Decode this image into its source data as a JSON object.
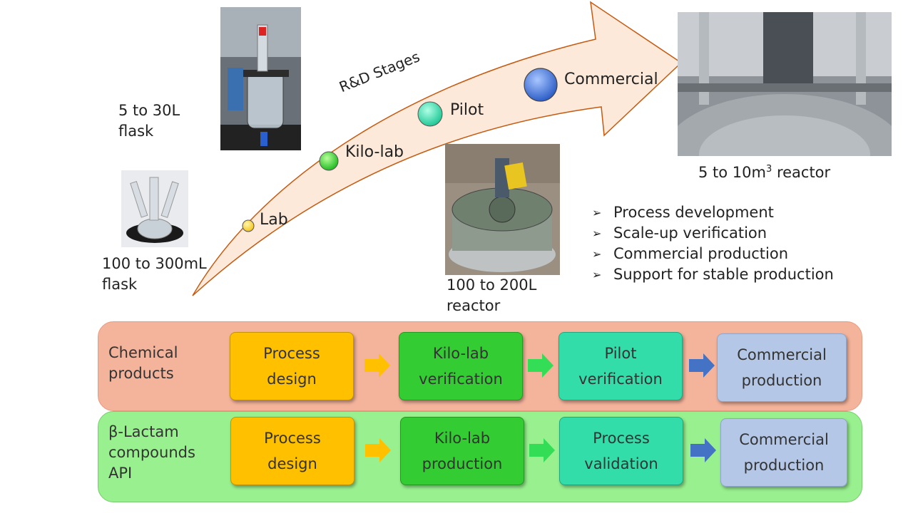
{
  "arrow": {
    "title": "R&D Stages",
    "fill_color": "#fde9d9",
    "outline_color": "#c55a11"
  },
  "stages": [
    {
      "label": "Lab",
      "color": "#f5c518"
    },
    {
      "label": "Kilo-lab",
      "color": "#33cc33"
    },
    {
      "label": "Pilot",
      "color": "#33d6a6"
    },
    {
      "label": "Commercial",
      "color": "#3a6fd8"
    }
  ],
  "equipment": {
    "flask_small": {
      "line1": "100 to 300mL",
      "line2": "flask"
    },
    "flask_large": {
      "line1": "5 to 30L",
      "line2": "flask"
    },
    "reactor_pilot": {
      "line1": "100 to 200L",
      "line2": "reactor"
    },
    "reactor_commercial": {
      "prefix": "5 to 10m",
      "sup": "3",
      "suffix": " reactor"
    }
  },
  "bullets": {
    "glyph": "➢",
    "items": [
      "Process development",
      "Scale-up verification",
      "Commercial production",
      "Support for stable production"
    ]
  },
  "workflows": [
    {
      "title_line1": "Chemical",
      "title_line2": "products",
      "title_line3": "",
      "band_color": "#f4b39b",
      "steps": [
        "Process\ndesign",
        "Kilo-lab\nverification",
        "Pilot\nverification",
        "Commercial\nproduction"
      ]
    },
    {
      "title_line1": "β-Lactam",
      "title_line2": "compounds",
      "title_line3": "API",
      "band_color": "#99f08f",
      "steps": [
        "Process\ndesign",
        "Kilo-lab\nproduction",
        "Process\nvalidation",
        "Commercial\nproduction"
      ]
    }
  ],
  "step_colors": [
    "#ffc000",
    "#33cc33",
    "#33ddaa",
    "#b4c7e7"
  ],
  "arrow_colors": [
    "#ffc000",
    "#33dd55",
    "#4472c4"
  ]
}
